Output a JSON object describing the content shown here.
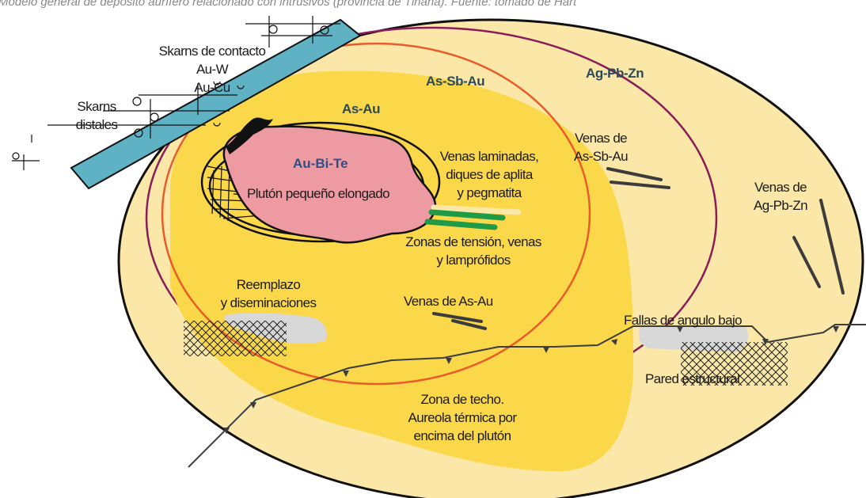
{
  "caption": "Modelo general de depósito aurífero relacionado con intrusivos (provincia de Tinana). Fuente: tomado de Hart",
  "zones": {
    "ag_pb_zn": "Ag-Pb-Zn",
    "as_sb_au": "As-Sb-Au",
    "as_au": "As-Au",
    "au_bi_te": "Au-Bi-Te"
  },
  "labels": {
    "skarns_contacto": [
      "Skarns de contacto",
      "Au-W",
      "Au-Cu"
    ],
    "skarns_distales": [
      "Skarns",
      "distales"
    ],
    "pluton": "Plutón pequeño elongado",
    "venas_laminadas": [
      "Venas laminadas,",
      "diques de aplita",
      "y pegmatita"
    ],
    "zonas_tension": [
      "Zonas de tensión, venas",
      "y lamprófidos"
    ],
    "reemplazo": [
      "Reemplazo",
      "y diseminaciones"
    ],
    "venas_as_au": "Venas de As-Au",
    "venas_as_sb_au": [
      "Venas de",
      "As-Sb-Au"
    ],
    "venas_ag_pb_zn": [
      "Venas de",
      "Ag-Pb-Zn"
    ],
    "fallas": "Fallas de angulo bajo",
    "pared": "Pared estructural",
    "zona_techo": [
      "Zona de techo.",
      "Aureola térmica por",
      "encima del plutón"
    ]
  },
  "colors": {
    "outer": "#fbe7a8",
    "middle": "#fbd74a",
    "inner_circle": "#e85c2a",
    "purple": "#8a1c5a",
    "pluton": "#ee9aa2",
    "skarn": "#5fb2c4",
    "green": "#1f9a46",
    "gray": "#d8d8d8",
    "fault": "#3c3c3c"
  }
}
